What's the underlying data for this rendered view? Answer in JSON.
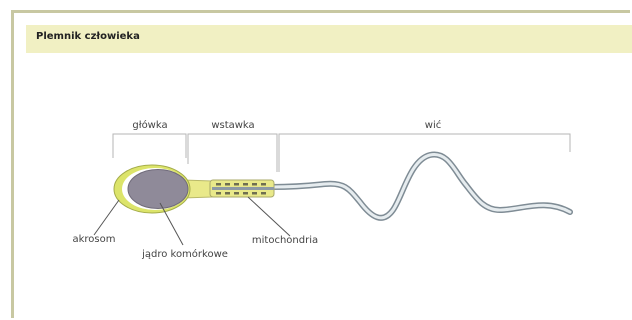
{
  "header": {
    "title": "Plemnik człowieka"
  },
  "diagram": {
    "segments": {
      "head": "główka",
      "midpiece": "wstawka",
      "tail": "wić"
    },
    "callouts": {
      "acrosome": "akrosom",
      "nucleus": "jądro komórkowe",
      "mitochondria": "mitochondria"
    },
    "colors": {
      "header_bg": "#f1f0c3",
      "frame": "#c8c8a2",
      "acrosome": "#dce46a",
      "nucleus": "#8f8a99",
      "midpiece": "#e9e98a",
      "tail_outline": "#8d9aa3",
      "tail_fill": "#e6ecef"
    }
  }
}
